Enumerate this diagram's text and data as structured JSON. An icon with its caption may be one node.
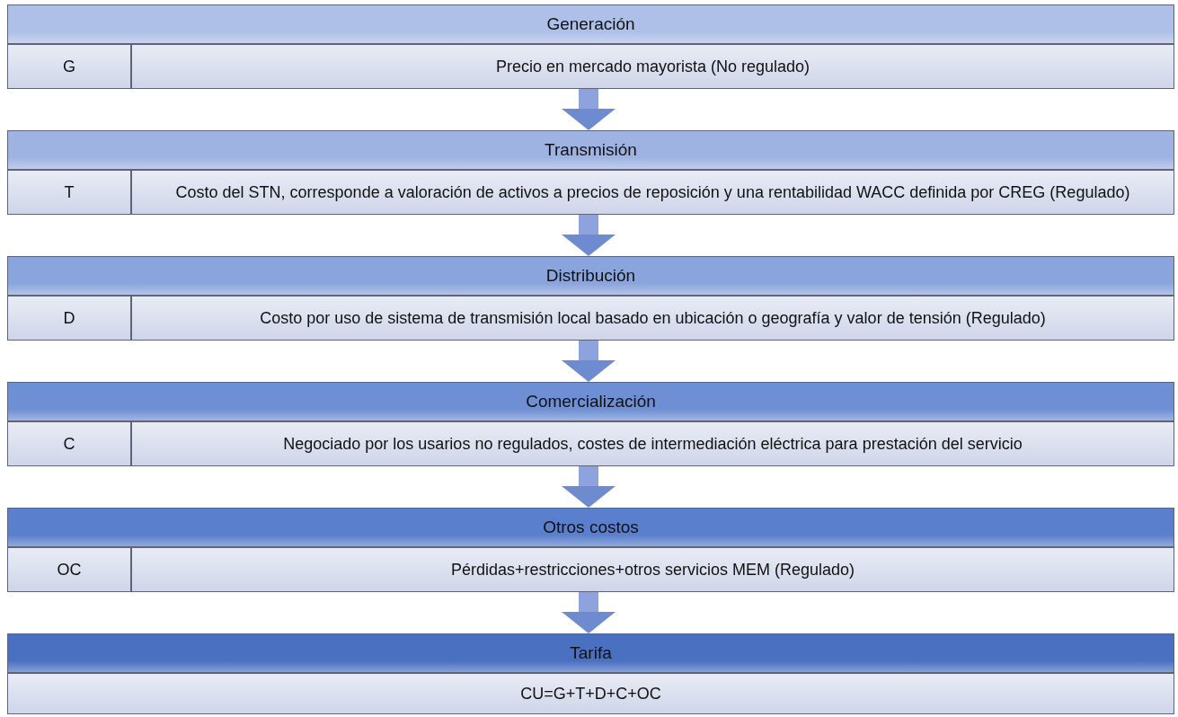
{
  "diagram": {
    "nodes": [
      {
        "text": [
          "Generación"
        ]
      },
      {
        "text": [
          "G"
        ]
      },
      {
        "text": [
          "Precio en mercado mayorista (No regulado)"
        ]
      },
      {
        "text": [
          "Transmisión"
        ]
      },
      {
        "text": [
          "T"
        ]
      },
      {
        "text": [
          "Costo del STN, corresponde a valoración de activos a precios de reposición y una rentabilidad WACC definida por CREG (Regulado)"
        ]
      },
      {
        "text": [
          "Distribución"
        ]
      },
      {
        "text": [
          "D"
        ]
      },
      {
        "text": [
          "Costo por uso de sistema de transmisión local basado en ubicación o geografía y valor de tensión (Regulado)"
        ]
      },
      {
        "text": [
          "Comercialización"
        ]
      },
      {
        "text": [
          "C"
        ]
      },
      {
        "text": [
          "Negociado por los usarios no regulados, costes de intermediación eléctrica para prestación del servicio"
        ]
      },
      {
        "text": [
          "Otros costos"
        ]
      },
      {
        "text": [
          "OC"
        ]
      },
      {
        "text": [
          "Pérdidas+restricciones+otros servicios MEM (Regulado)"
        ]
      },
      {
        "text": [
          "Tarifa"
        ]
      },
      {
        "text": [
          "CU=G+T+D+C+OC"
        ]
      }
    ],
    "edges": [
      {
        "from": 2,
        "to": 3,
        "arrow": "to"
      },
      {
        "from": 5,
        "to": 6,
        "arrow": "to"
      },
      {
        "from": 8,
        "to": 9,
        "arrow": "to"
      },
      {
        "from": 11,
        "to": 12,
        "arrow": "to"
      },
      {
        "from": 14,
        "to": 15,
        "arrow": "to"
      }
    ]
  }
}
